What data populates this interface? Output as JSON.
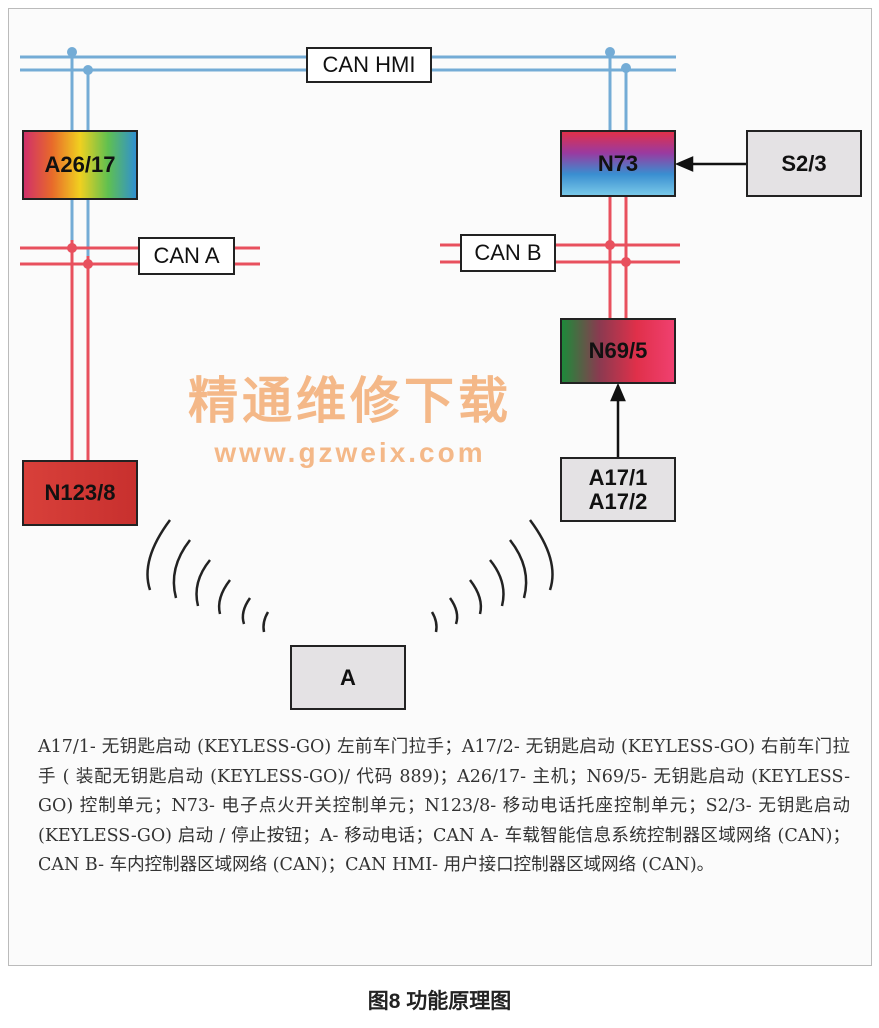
{
  "bus_labels": {
    "hmi": "CAN HMI",
    "can_a": "CAN A",
    "can_b": "CAN B"
  },
  "components": {
    "a26": "A26/17",
    "n73": "N73",
    "s23": "S2/3",
    "n695": "N69/5",
    "a171": "A17/1",
    "a172": "A17/2",
    "n1238": "N123/8",
    "a": "A"
  },
  "watermark": {
    "cn": "精通维修下载",
    "url": "www.gzweix.com"
  },
  "caption": "A17/1- 无钥匙启动 (KEYLESS-GO) 左前车门拉手；A17/2- 无钥匙启动 (KEYLESS-GO) 右前车门拉手 ( 装配无钥匙启动 (KEYLESS-GO)/ 代码 889)；A26/17- 主机；N69/5- 无钥匙启动 (KEYLESS-GO) 控制单元；N73- 电子点火开关控制单元；N123/8- 移动电话托座控制单元；S2/3- 无钥匙启动 (KEYLESS-GO) 启动 / 停止按钮；A- 移动电话；CAN A- 车载智能信息系统控制器区域网络 (CAN)；CAN B- 车内控制器区域网络 (CAN)；CAN HMI- 用户接口控制器区域网络 (CAN)。",
  "figure_title": "图8 功能原理图",
  "colors": {
    "hmi_line": "#74acd6",
    "can_line": "#e8505e"
  }
}
